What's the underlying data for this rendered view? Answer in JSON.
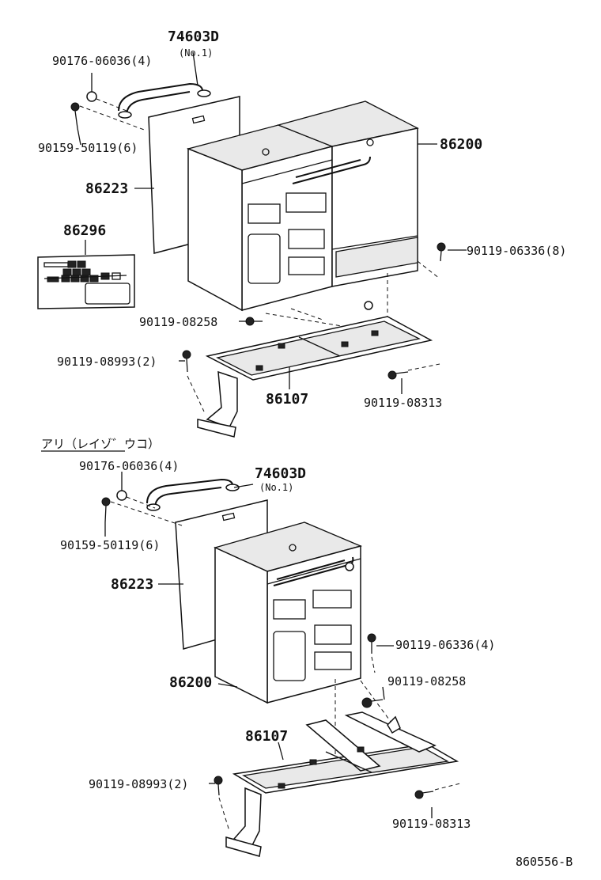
{
  "top": {
    "handle_part": "74603D",
    "handle_note": "(No.1)",
    "cap_part": "90176-06036(4)",
    "screw_part": "90159-50119(6)",
    "panel_part": "86223",
    "box_part": "86200",
    "label_part": "86296",
    "bolt_right": "90119-06336(8)",
    "bolt_mid": "90119-08258",
    "bolt_left": "90119-08993(2)",
    "bracket_part": "86107",
    "bolt_bottom": "90119-08313"
  },
  "section_heading": "アリ（レイゾ゛ウコ）",
  "bottom": {
    "cap_part": "90176-06036(4)",
    "handle_part": "74603D",
    "handle_note": "(No.1)",
    "screw_part": "90159-50119(6)",
    "panel_part": "86223",
    "bolt_right": "90119-06336(4)",
    "box_part": "86200",
    "bolt_mid": "90119-08258",
    "bracket_part": "86107",
    "bolt_left": "90119-08993(2)",
    "bolt_bottom": "90119-08313"
  },
  "diagram_code": "860556-B"
}
